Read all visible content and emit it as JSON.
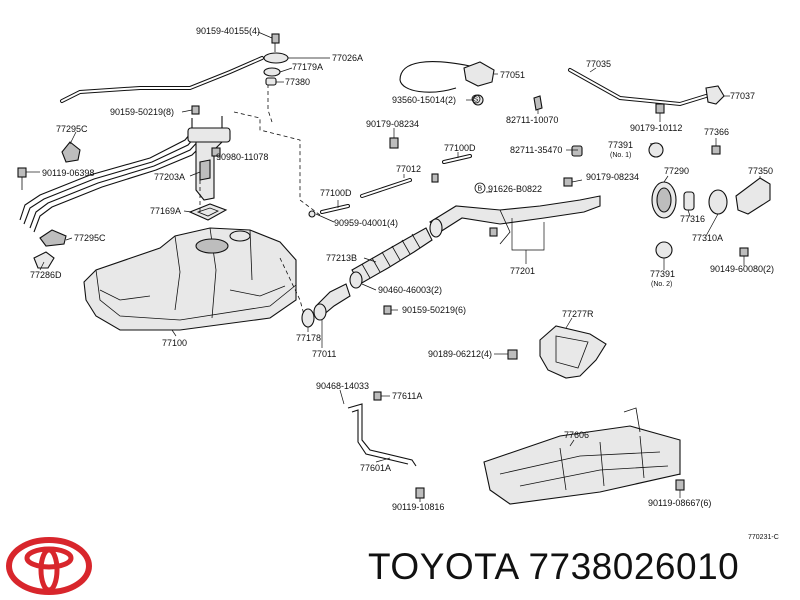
{
  "footer": {
    "brand": "TOYOTA",
    "part_number": "7738026010",
    "figure_code": "770231-C"
  },
  "labels": {
    "l_90159_40155": "90159-40155(4)",
    "l_77026A": "77026A",
    "l_77179A": "77179A",
    "l_77380": "77380",
    "l_90159_50219_8": "90159-50219(8)",
    "l_77295C_a": "77295C",
    "l_90119_06398": "90119-06398",
    "l_77203A": "77203A",
    "l_90980_11078": "90980-11078",
    "l_77169A": "77169A",
    "l_77295C_b": "77295C",
    "l_77286D": "77286D",
    "l_77100": "77100",
    "l_93560_15014": "93560-15014(2)",
    "l_77051": "77051",
    "l_77035": "77035",
    "l_77037": "77037",
    "l_82711_10070": "82711-10070",
    "l_90179_10112": "90179-10112",
    "l_77366": "77366",
    "l_90179_08234_a": "90179-08234",
    "l_77100D_a": "77100D",
    "l_82711_35470": "82711-35470",
    "l_77391_1": "77391",
    "l_no1": "(No. 1)",
    "l_77290": "77290",
    "l_77350": "77350",
    "l_77012": "77012",
    "l_91626": "91626-B0822",
    "l_90179_08234_b": "90179-08234",
    "l_77100D_b": "77100D",
    "l_90959": "90959-04001(4)",
    "l_77316": "77316",
    "l_77310A": "77310A",
    "l_77213B": "77213B",
    "l_77201": "77201",
    "l_77391_2": "77391",
    "l_no2": "(No. 2)",
    "l_90149": "90149-60080(2)",
    "l_90460": "90460-46003(2)",
    "l_90159_50219_6": "90159-50219(6)",
    "l_77178": "77178",
    "l_77011": "77011",
    "l_77277R": "77277R",
    "l_90189": "90189-06212(4)",
    "l_90468": "90468-14033",
    "l_77611A": "77611A",
    "l_77606": "77606",
    "l_77601A": "77601A",
    "l_90119_10816": "90119-10816",
    "l_90119_08667": "90119-08667(6)",
    "l_circle_b": "B",
    "l_circle_s": "S"
  },
  "icons": {
    "logo": "toyota-emblem-icon"
  },
  "colors": {
    "logo_red": "#d8262c",
    "ink": "#111111"
  }
}
